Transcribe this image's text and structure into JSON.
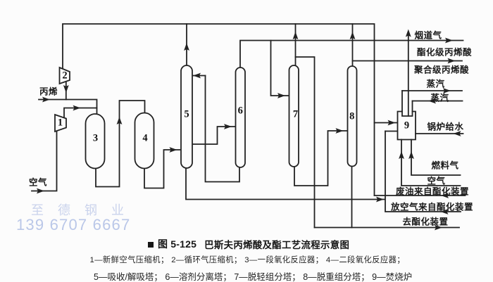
{
  "figure": {
    "caption_number": "图 5-125",
    "caption_title": "巴斯夫丙烯酸及酯工艺流程示意图",
    "legend_line1": "1—新鲜空气压缩机； 2—循环气压缩机； 3—一段氧化反应器； 4—二段氧化反应器；",
    "legend_line2": "5—吸收/解吸塔； 6—溶剂分离塔； 7—脱轻组分塔； 8—脱重组分塔； 9—焚烧炉"
  },
  "equipment": {
    "c1": {
      "number": "1",
      "name": "新鲜空气压缩机"
    },
    "c2": {
      "number": "2",
      "name": "循环气压缩机"
    },
    "r3": {
      "number": "3",
      "name": "一段氧化反应器"
    },
    "r4": {
      "number": "4",
      "name": "二段氧化反应器"
    },
    "t5": {
      "number": "5",
      "name": "吸收/解吸塔"
    },
    "t6": {
      "number": "6",
      "name": "溶剂分离塔"
    },
    "t7": {
      "number": "7",
      "name": "脱轻组分塔"
    },
    "t8": {
      "number": "8",
      "name": "脱重组分塔"
    },
    "f9": {
      "number": "9",
      "name": "焚烧炉"
    }
  },
  "streams": {
    "propylene": "丙烯",
    "air_left": "空气",
    "flue_gas": "烟道气",
    "ester_grade_acid": "酯化级丙烯酸",
    "polymer_grade_acid": "聚合级丙烯酸",
    "steam_1": "蒸汽",
    "steam_2": "蒸汽",
    "boiler_feed_water": "锅炉给水",
    "fuel_gas": "燃料气",
    "air_right": "空气",
    "waste_oil": "废油来自酯化装置",
    "vent_air": "放空气来自酯化装置",
    "to_esterification": "去酯化装置"
  },
  "watermark": {
    "name": "至德钢业",
    "phone": "139 6707 6667"
  },
  "colors": {
    "line": "#222222",
    "text": "#1a1a1a",
    "watermark": "#a6b6e0",
    "background": "#fcfcfc"
  }
}
